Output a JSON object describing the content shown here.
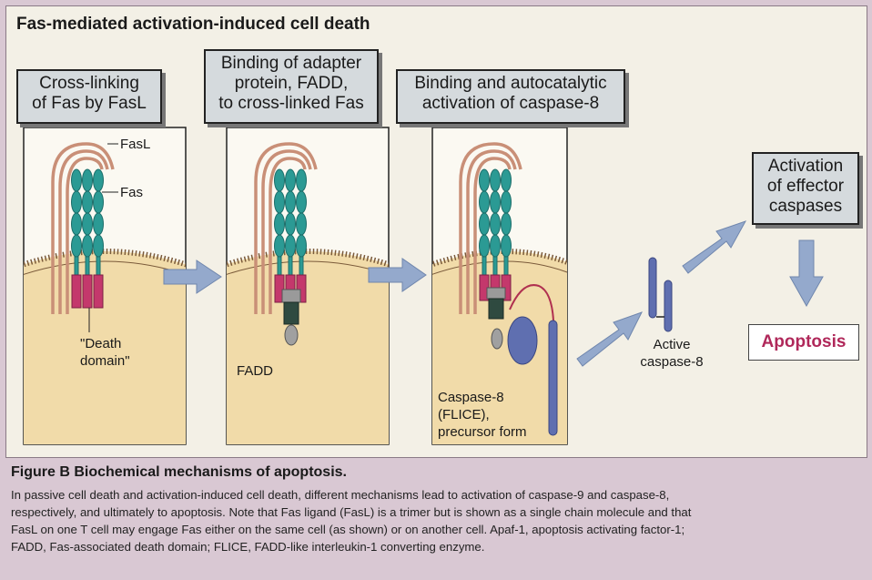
{
  "figure": {
    "title": "Fas-mediated activation-induced cell death"
  },
  "panels": [
    {
      "header": "Cross-linking of Fas by FasL",
      "header_lines": [
        "Cross-linking",
        "of Fas by FasL"
      ]
    },
    {
      "header": "Binding of adapter protein, FADD, to cross-linked Fas",
      "header_lines": [
        "Binding of adapter",
        "protein, FADD,",
        "to cross-linked Fas"
      ]
    },
    {
      "header": "Binding and autocatalytic activation of caspase-8",
      "header_lines": [
        "Binding and autocatalytic",
        "activation of caspase-8"
      ]
    }
  ],
  "labels": {
    "fasl": "FasL",
    "fas": "Fas",
    "death_domain_lines": [
      "\"Death",
      "domain\""
    ],
    "fadd": "FADD",
    "caspase8_precursor_lines": [
      "Caspase-8",
      "(FLICE),",
      "precursor form"
    ],
    "active_caspase8_lines": [
      "Active",
      "caspase-8"
    ],
    "effector_lines": [
      "Activation",
      "of effector",
      "caspases"
    ],
    "apoptosis": "Apoptosis"
  },
  "caption": {
    "title": "Figure B    Biochemical mechanisms of apoptosis.",
    "lines": [
      "In passive cell death and activation-induced cell death, different mechanisms lead to activation of caspase-9 and caspase-8,",
      "respectively, and ultimately to apoptosis. Note that Fas ligand (FasL) is a trimer but is shown as a single chain molecule and that",
      "FasL on one T cell may engage Fas either on the same cell (as shown) or on another cell. Apaf-1, apoptosis activating factor-1;",
      "FADD, Fas-associated death domain; FLICE, FADD-like interleukin-1 converting enzyme."
    ]
  },
  "colors": {
    "background": "#d9c8d3",
    "panel": "#f3f0e6",
    "cytoplasm": "#f1dba9",
    "receptor": "#2b9a94",
    "fasl": "#c98f77",
    "death_domain": "#c4386c",
    "fadd": "#2f4a40",
    "caspase": "#5f6fb0",
    "arrow": "#94a9cc",
    "apoptosis_text": "#b0285a"
  }
}
